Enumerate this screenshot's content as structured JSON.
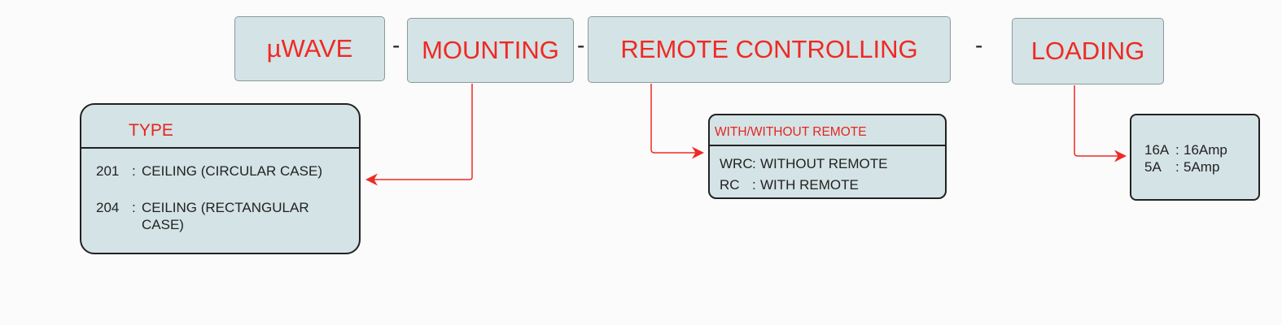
{
  "top": {
    "wave": "µWAVE",
    "mounting": "MOUNTING",
    "remote": "REMOTE CONTROLLING",
    "loading": "LOADING",
    "sep": "-"
  },
  "type": {
    "title": "TYPE",
    "items": [
      {
        "code": "201",
        "desc": "CEILING (CIRCULAR CASE)"
      },
      {
        "code": "204",
        "desc": "CEILING (RECTANGULAR"
      },
      {
        "code": "",
        "desc": "CASE)"
      }
    ],
    "colon": ":"
  },
  "remote": {
    "title": "WITH/WITHOUT REMOTE",
    "items": [
      {
        "code": "WRC",
        "desc": "WITHOUT REMOTE"
      },
      {
        "code": "RC",
        "desc": "WITH REMOTE"
      }
    ]
  },
  "loading": {
    "items": [
      {
        "code": "16A",
        "desc": "16Amp"
      },
      {
        "code": "5A",
        "desc": "5Amp"
      }
    ]
  },
  "colors": {
    "accent": "#ee2a24",
    "box": "#d4e3e5"
  }
}
